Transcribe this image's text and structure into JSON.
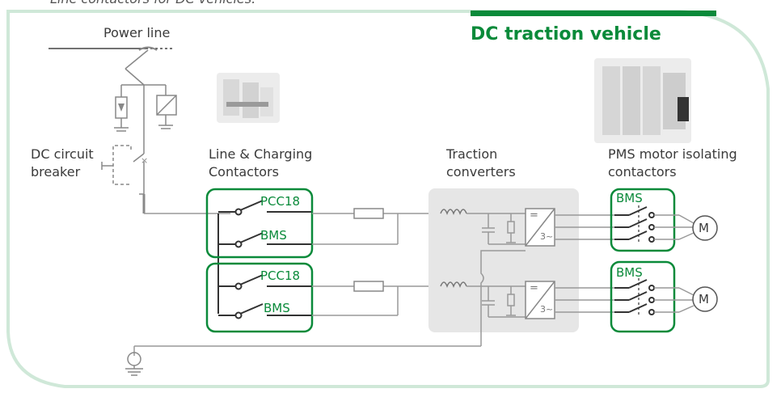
{
  "caption": "Line contactors for DC vehicles.",
  "title": "DC traction vehicle",
  "labels": {
    "power_line": "Power line",
    "dc_breaker_1": "DC circuit",
    "dc_breaker_2": "breaker",
    "line_charging_1": "Line & Charging",
    "line_charging_2": "Contactors",
    "traction_1": "Traction",
    "traction_2": "converters",
    "pms_1": "PMS motor isolating",
    "pms_2": "contactors"
  },
  "contactors": {
    "top_upper": "PCC18",
    "top_lower": "BMS",
    "bottom_upper": "PCC18",
    "bottom_lower": "BMS",
    "motor_top": "BMS",
    "motor_bottom": "BMS"
  },
  "symbols": {
    "motor": "M",
    "converter_dc": "=",
    "converter_ac": "3~"
  },
  "colors": {
    "accent_green": "#0a8a3a",
    "frame_green": "#c8e6d2",
    "wire": "#9a9a9a",
    "converter_bg": "#e6e6e6"
  }
}
